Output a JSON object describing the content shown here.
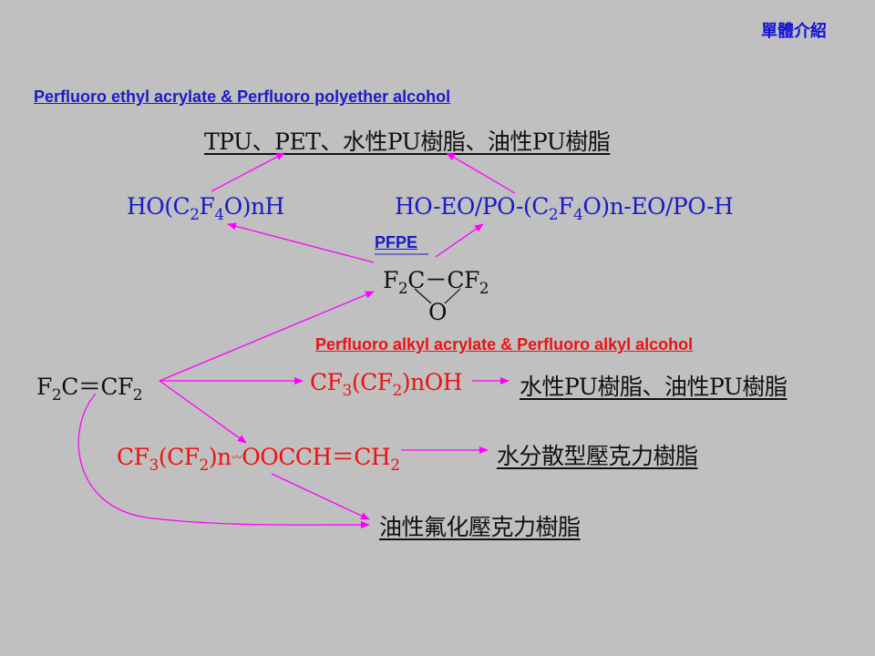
{
  "corner_title": "單體介紹",
  "header_top": "Perfluoro ethyl acrylate & Perfluoro polyether alcohol",
  "header_mid": "Perfluoro alkyl acrylate & Perfluoro alkyl alcohol",
  "pfpe_label": "PFPE",
  "products": {
    "top": "TPU、PET、水性PU樹脂、油性PU樹脂",
    "alcohol_resin": "水性PU樹脂、油性PU樹脂",
    "water_acrylic": "水分散型壓克力樹脂",
    "oil_acrylic": "油性氟化壓克力樹脂"
  },
  "formulas": {
    "pfpe_alcohol": {
      "a": "HO(C",
      "s1": "2",
      "b": "F",
      "s2": "4",
      "c": "O)nH"
    },
    "pfpe_ether": {
      "a": "HO-EO/PO-(C",
      "s1": "2",
      "b": "F",
      "s2": "4",
      "c": "O)n-EO/PO-H"
    },
    "epoxide_top": {
      "a": "F",
      "s1": "2",
      "b": "C－CF",
      "s2": "2"
    },
    "epoxide_o": "O",
    "tfe": {
      "a": "F",
      "s1": "2",
      "b": "C＝CF",
      "s2": "2"
    },
    "fluoro_alcohol": {
      "a": "CF",
      "s1": "3",
      "b": "(CF",
      "s2": "2",
      "c": ")nOH"
    },
    "fluoro_acrylate": {
      "a": "CF",
      "s1": "3",
      "b": "(CF",
      "s2": "2",
      "c": ")n",
      "d": "OOCCH＝CH",
      "s3": "2"
    }
  },
  "colors": {
    "blue": "#1a1acc",
    "red": "#ee1111",
    "magenta": "#ff00ff",
    "background": "#c0c0c0"
  }
}
